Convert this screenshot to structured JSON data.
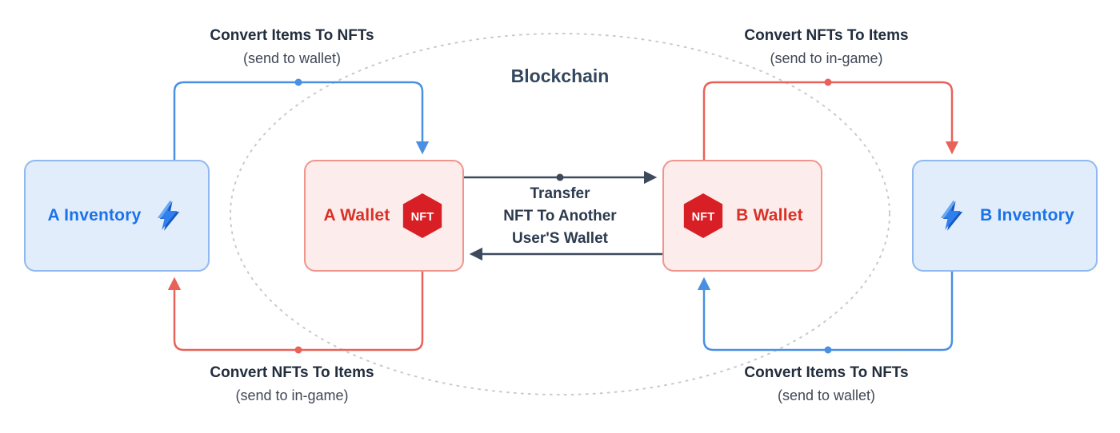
{
  "diagram": {
    "blockchain_label": "Blockchain",
    "boxes": {
      "a_inventory": {
        "label": "A Inventory"
      },
      "a_wallet": {
        "label": "A Wallet",
        "badge": "NFT"
      },
      "b_wallet": {
        "label": "B Wallet",
        "badge": "NFT"
      },
      "b_inventory": {
        "label": "B Inventory"
      }
    },
    "flows": {
      "top_left": {
        "title": "Convert Items To NFTs",
        "subtitle": "(send to wallet)"
      },
      "top_right": {
        "title": "Convert NFTs To Items",
        "subtitle": "(send to in-game)"
      },
      "bottom_left": {
        "title": "Convert NFTs To Items",
        "subtitle": "(send to in-game)"
      },
      "bottom_right": {
        "title": "Convert Items To NFTs",
        "subtitle": "(send to wallet)"
      },
      "transfer": {
        "line1": "Transfer",
        "line2": "NFT To Another",
        "line3": "User'S Wallet"
      }
    },
    "colors": {
      "blue_arrow": "#4a90e2",
      "red_arrow": "#e8625a",
      "dark_arrow": "#3d4a5c",
      "inventory_fill": "#e2edfc",
      "inventory_border": "#8fb9f0",
      "inventory_text": "#1a73e8",
      "wallet_fill": "#fdecec",
      "wallet_border": "#f0958d",
      "wallet_text": "#d93025",
      "nft_badge": "#d91f26",
      "ellipse_stroke": "#c6cad0"
    }
  }
}
